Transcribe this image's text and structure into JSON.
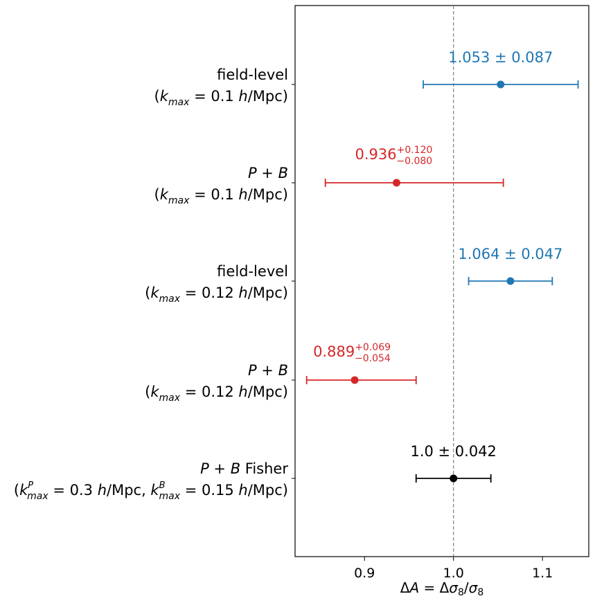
{
  "chart_data": {
    "type": "scatter",
    "style": "horizontal error-bar (forest) plot",
    "x": [
      1.053,
      0.936,
      1.064,
      0.889,
      1.0
    ],
    "xlim": [
      0.822,
      1.152
    ],
    "xticks": [
      "0.9",
      "1.0",
      "1.1"
    ],
    "xtick_values": [
      0.9,
      1.0,
      1.1
    ],
    "reference_line": 1.0,
    "grid": false,
    "legend": "none",
    "categories": [
      {
        "line1": "field-level",
        "line2": "(k_max = 0.1 h/Mpc)"
      },
      {
        "line1": "P + B",
        "line2": "(k_max = 0.1 h/Mpc)"
      },
      {
        "line1": "field-level",
        "line2": "(k_max = 0.12 h/Mpc)"
      },
      {
        "line1": "P + B",
        "line2": "(k_max = 0.12 h/Mpc)"
      },
      {
        "line1": "P + B Fisher",
        "line2": "(k^P_max = 0.3 h/Mpc, k^B_max = 0.15 h/Mpc)"
      }
    ],
    "points": [
      {
        "value": 1.053,
        "err_plus": 0.087,
        "err_minus": 0.087,
        "color": "#1f77b4"
      },
      {
        "value": 0.936,
        "err_plus": 0.12,
        "err_minus": 0.08,
        "color": "#d62728"
      },
      {
        "value": 1.064,
        "err_plus": 0.047,
        "err_minus": 0.047,
        "color": "#1f77b4"
      },
      {
        "value": 0.889,
        "err_plus": 0.069,
        "err_minus": 0.054,
        "color": "#d62728"
      },
      {
        "value": 1.0,
        "err_plus": 0.042,
        "err_minus": 0.042,
        "color": "#000000"
      }
    ],
    "annotations": [
      {
        "text": "1.053 ± 0.087"
      },
      {
        "main": "0.936",
        "sup": "+0.120",
        "sub": "−0.080"
      },
      {
        "text": "1.064 ± 0.047"
      },
      {
        "main": "0.889",
        "sup": "+0.069",
        "sub": "−0.054"
      },
      {
        "text": "1.0 ± 0.042"
      }
    ],
    "xlabel": "ΔA = Δσ8/σ8"
  }
}
